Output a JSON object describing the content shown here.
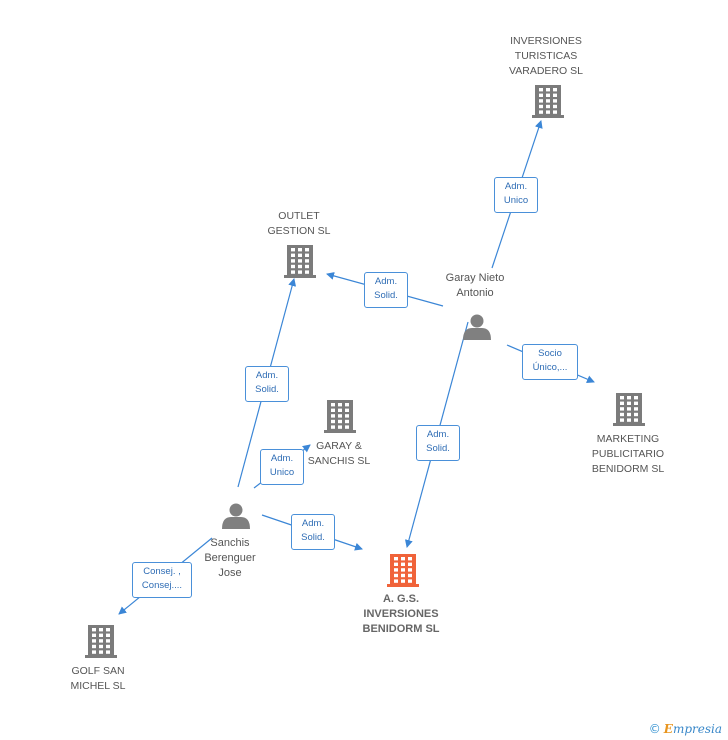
{
  "colors": {
    "edge": "#3b86d6",
    "company": "#7b7b7b",
    "main_company": "#f0633a",
    "person": "#808080"
  },
  "nodes": [
    {
      "id": "inv",
      "type": "company",
      "label": "INVERSIONES\nTURISTICAS\nVARADERO SL"
    },
    {
      "id": "outlet",
      "type": "company",
      "label": "OUTLET\nGESTION SL"
    },
    {
      "id": "garay",
      "type": "person",
      "label": "Garay Nieto\nAntonio"
    },
    {
      "id": "garaysanchis",
      "type": "company",
      "label": "GARAY &\nSANCHIS SL"
    },
    {
      "id": "marketing",
      "type": "company",
      "label": "MARKETING\nPUBLICITARIO\nBENIDORM SL"
    },
    {
      "id": "sanchis",
      "type": "person",
      "label": "Sanchis\nBerenguer\nJose"
    },
    {
      "id": "ags",
      "type": "main",
      "label": "A. G.S.\nINVERSIONES\nBENIDORM SL"
    },
    {
      "id": "golf",
      "type": "company",
      "label": "GOLF SAN\nMICHEL SL"
    }
  ],
  "edges": [
    {
      "label": "Adm.\nUnico"
    },
    {
      "label": "Adm.\nSolid."
    },
    {
      "label": "Socio\nÚnico,..."
    },
    {
      "label": "Adm.\nSolid."
    },
    {
      "label": "Adm.\nSolid."
    },
    {
      "label": "Adm.\nUnico"
    },
    {
      "label": "Adm.\nSolid."
    },
    {
      "label": "Consej. ,\nConsej...."
    }
  ],
  "footer": {
    "copyright": "©",
    "brand_first": "E",
    "brand_rest": "mpresia"
  }
}
